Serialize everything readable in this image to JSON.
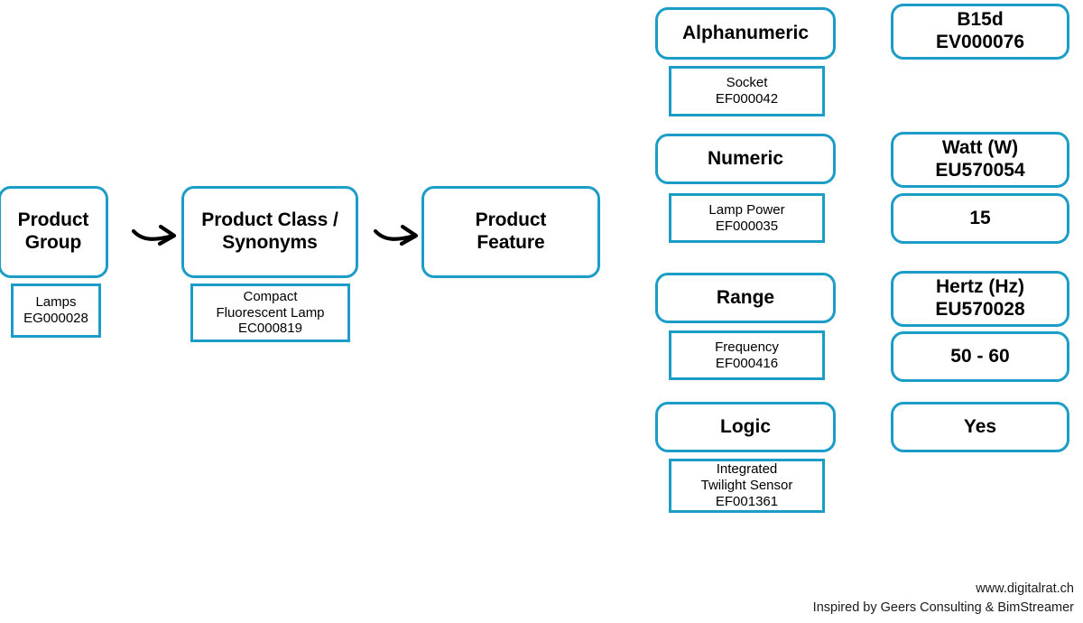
{
  "colors": {
    "accent": "#1b9dc8",
    "text": "#000000",
    "background": "#ffffff"
  },
  "flow": {
    "stages": [
      {
        "id": "product-group",
        "title": "Product\nGroup",
        "sub": "Lamps\nEG000028"
      },
      {
        "id": "product-class",
        "title": "Product Class /\nSynonyms",
        "sub": "Compact\nFluorescent Lamp\nEC000819"
      },
      {
        "id": "product-feature",
        "title": "Product\nFeature",
        "sub": ""
      }
    ],
    "arrows": [
      {
        "id": "arrow-1",
        "label": "arrow-right"
      },
      {
        "id": "arrow-2",
        "label": "arrow-right"
      }
    ]
  },
  "feature_rows": [
    {
      "id": "alphanumeric",
      "type": "Alphanumeric",
      "feature": "Socket\nEF000042",
      "unit": "B15d\nEV000076",
      "value": ""
    },
    {
      "id": "numeric",
      "type": "Numeric",
      "feature": "Lamp Power\nEF000035",
      "unit": "Watt (W)\nEU570054",
      "value": "15"
    },
    {
      "id": "range",
      "type": "Range",
      "feature": "Frequency\nEF000416",
      "unit": "Hertz (Hz)\nEU570028",
      "value": "50 - 60"
    },
    {
      "id": "logic",
      "type": "Logic",
      "feature": "Integrated\nTwilight Sensor\nEF001361",
      "unit": "Yes",
      "value": ""
    }
  ],
  "credits": {
    "website": "www.digitalrat.ch",
    "inspired_by": "Inspired by Geers Consulting & BimStreamer"
  }
}
